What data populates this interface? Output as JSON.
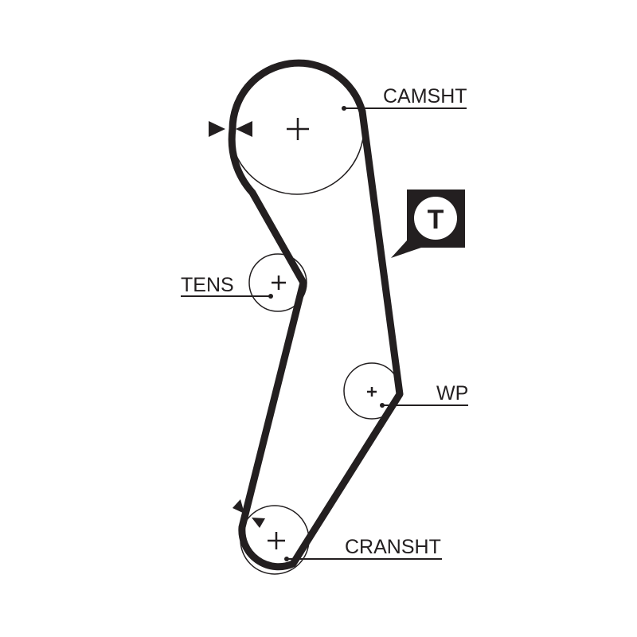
{
  "diagram": {
    "labels": {
      "camshaft": "CAMSHT",
      "tensioner": "TENS",
      "water_pump": "WP",
      "crankshaft": "CRANSHT",
      "tension_badge": "T"
    },
    "colors": {
      "line": "#231f20",
      "background": "#ffffff"
    },
    "icons": [
      "belt-path",
      "pulley-plus-marks",
      "timing-mark-arrows",
      "tensioner-badge"
    ]
  }
}
